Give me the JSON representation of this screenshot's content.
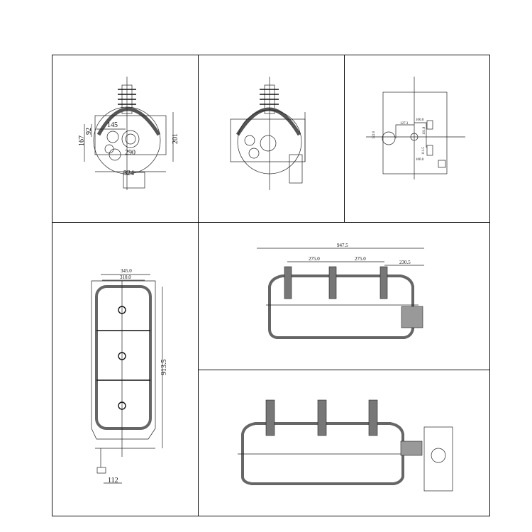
{
  "panels": {
    "front_view": {
      "dims": [
        "145",
        "92",
        "167",
        "201",
        "290",
        "324"
      ]
    },
    "side_view": {
      "dims": []
    },
    "mechanism_view": {
      "dims": [
        "100.0",
        "127.3",
        "101.8",
        "122.0",
        "111.5",
        "100.0"
      ]
    },
    "top_view": {
      "dims": [
        "345.0",
        "310.0",
        "913.5",
        "112"
      ]
    },
    "section_view": {
      "dims": [
        "947.5",
        "275.0",
        "275.0",
        "230.5"
      ]
    },
    "assembly_view": {
      "dims": []
    }
  }
}
